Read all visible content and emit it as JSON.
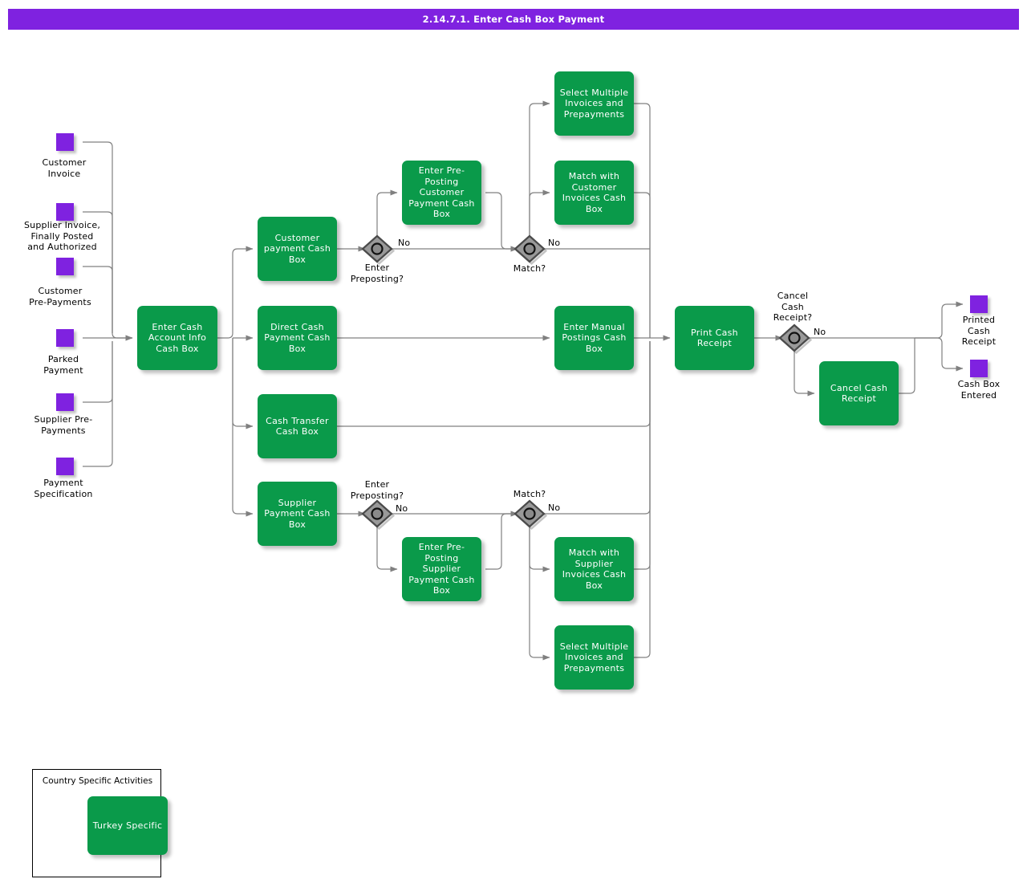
{
  "header": {
    "title": "2.14.7.1. Enter Cash Box Payment",
    "bar_color": "#7f22e0"
  },
  "palette": {
    "activity_green": "#0a9a4a",
    "marker_purple": "#7f22e0",
    "gateway_gray": "#999999",
    "connector_gray": "#808080",
    "text_white": "#ffffff",
    "text_black": "#000000"
  },
  "inputs": [
    {
      "id": "in-customer-invoice",
      "label": "Customer\nInvoice"
    },
    {
      "id": "in-supplier-invoice",
      "label": "Supplier Invoice,\nFinally Posted\nand Authorized"
    },
    {
      "id": "in-customer-prepay",
      "label": "Customer\nPre-Payments"
    },
    {
      "id": "in-parked-payment",
      "label": "Parked\nPayment"
    },
    {
      "id": "in-supplier-prepay",
      "label": "Supplier Pre-\nPayments"
    },
    {
      "id": "in-payment-spec",
      "label": "Payment\nSpecification"
    }
  ],
  "outputs": [
    {
      "id": "out-printed-receipt",
      "label": "Printed\nCash\nReceipt"
    },
    {
      "id": "out-cashbox-entered",
      "label": "Cash Box\nEntered"
    }
  ],
  "activities": [
    {
      "id": "act-enter-cash-account",
      "label": "Enter Cash\nAccount Info\nCash Box"
    },
    {
      "id": "act-customer-payment",
      "label": "Customer\npayment Cash\nBox"
    },
    {
      "id": "act-direct-cash-payment",
      "label": "Direct Cash\nPayment Cash\nBox"
    },
    {
      "id": "act-cash-transfer",
      "label": "Cash Transfer\nCash Box"
    },
    {
      "id": "act-supplier-payment",
      "label": "Supplier\nPayment Cash\nBox"
    },
    {
      "id": "act-preposting-customer",
      "label": "Enter Pre-\nPosting\nCustomer\nPayment Cash\nBox"
    },
    {
      "id": "act-preposting-supplier",
      "label": "Enter Pre-\nPosting Supplier\nPayment Cash\nBox"
    },
    {
      "id": "act-select-multiple-top",
      "label": "Select Multiple\nInvoices and\nPrepayments"
    },
    {
      "id": "act-match-customer-inv",
      "label": "Match with\nCustomer\nInvoices Cash\nBox"
    },
    {
      "id": "act-enter-manual-postings",
      "label": "Enter Manual\nPostings Cash\nBox"
    },
    {
      "id": "act-match-supplier-inv",
      "label": "Match with\nSupplier\nInvoices Cash\nBox"
    },
    {
      "id": "act-select-multiple-bottom",
      "label": "Select Multiple\nInvoices and\nPrepayments"
    },
    {
      "id": "act-print-cash-receipt",
      "label": "Print Cash\nReceipt"
    },
    {
      "id": "act-cancel-cash-receipt",
      "label": "Cancel Cash\nReceipt"
    }
  ],
  "gateways": [
    {
      "id": "gw-preposting-customer",
      "label": "Enter\nPreposting?",
      "branch_label": "No"
    },
    {
      "id": "gw-match-customer",
      "label": "Match?",
      "branch_label": "No"
    },
    {
      "id": "gw-preposting-supplier",
      "label": "Enter\nPreposting?",
      "branch_label": "No"
    },
    {
      "id": "gw-match-supplier",
      "label": "Match?",
      "branch_label": "No"
    },
    {
      "id": "gw-cancel-receipt",
      "label": "Cancel\nCash\nReceipt?",
      "branch_label": "No"
    }
  ],
  "legend": {
    "title": "Country Specific Activities",
    "item_label": "Turkey Specific"
  }
}
